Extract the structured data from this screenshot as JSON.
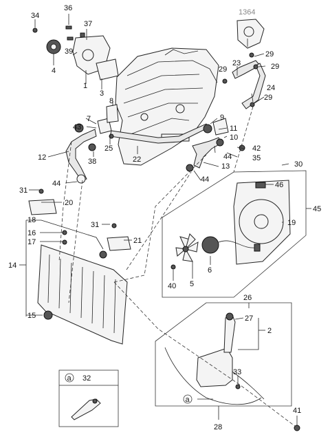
{
  "callouts": {
    "c1": "1",
    "c2": "2",
    "c3": "3",
    "c4": "4",
    "c5": "5",
    "c6": "6",
    "c7": "7",
    "c8": "8",
    "c9": "9",
    "c10": "10",
    "c11": "11",
    "c12": "12",
    "c13": "13",
    "c14": "14",
    "c15": "15",
    "c16": "16",
    "c17": "17",
    "c18": "18",
    "c19": "19",
    "c20": "20",
    "c21": "21",
    "c22": "22",
    "c23": "23",
    "c24": "24",
    "c25": "25",
    "c26": "26",
    "c27": "27",
    "c28": "28",
    "c29a": "29",
    "c29b": "29",
    "c29c": "29",
    "c29d": "29",
    "c30": "30",
    "c31a": "31",
    "c31b": "31",
    "c32": "32",
    "c33": "33",
    "c34": "34",
    "c35": "35",
    "c36": "36",
    "c37": "37",
    "c38": "38",
    "c39": "39",
    "c40": "40",
    "c41": "41",
    "c42": "42",
    "c43": "43",
    "c44a": "44",
    "c44b": "44",
    "c44c": "44",
    "c45": "45",
    "c46": "46",
    "c1364": "1364"
  },
  "ref_marker": "a"
}
